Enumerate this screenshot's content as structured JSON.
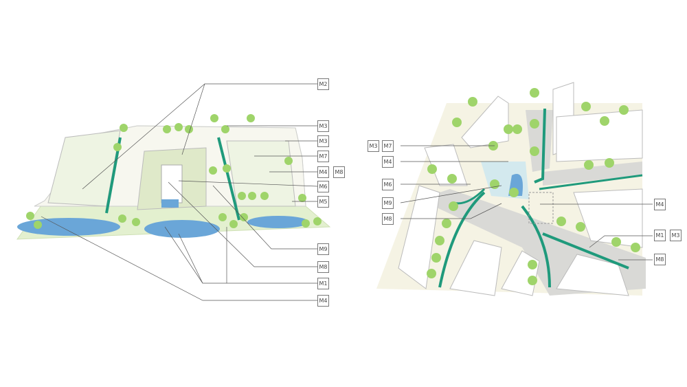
{
  "left_diagram": {
    "labels": [
      "M2",
      "M3",
      "M3",
      "M7",
      "M4",
      "M8",
      "M6",
      "M5",
      "M9",
      "M8",
      "M1",
      "M4"
    ]
  },
  "right_diagram": {
    "labels": [
      "M3",
      "M7",
      "M4",
      "M6",
      "M9",
      "M8",
      "M4",
      "M1",
      "M3",
      "M8"
    ]
  },
  "colors": {
    "arrow": "#1f9a7c",
    "tree": "#9fd46a",
    "ground": "#d6ebb8",
    "water": "#6aa6d8",
    "building": "#ffffff",
    "road": "#d9d9d6",
    "pavement": "#f5f3e4"
  }
}
